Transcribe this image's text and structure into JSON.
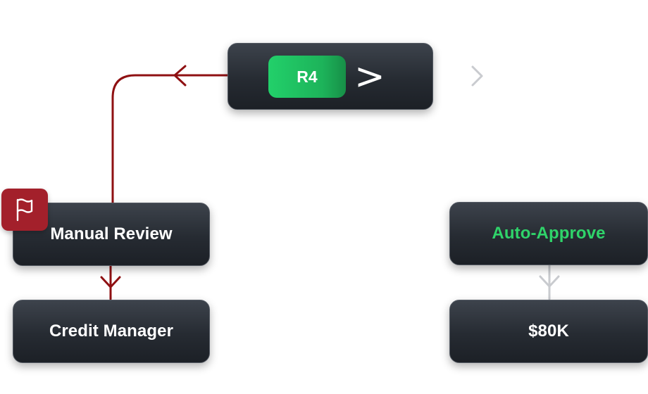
{
  "decision": {
    "rule_label": "R4",
    "operator": ">"
  },
  "nodes": {
    "manual_review": "Manual Review",
    "credit_manager": "Credit Manager",
    "auto_approve": "Auto-Approve",
    "amount": "$80K"
  },
  "icons": {
    "flag": "flag-icon",
    "branch_chevron": "chevron-right-icon"
  },
  "colors": {
    "active_path": "#8f1012",
    "inactive_path": "#c9cbcf",
    "rule_chip": "#22c55e",
    "auto_approve_text": "#2fd46a",
    "flag_badge": "#a3202b",
    "node_fill": "#262b32"
  }
}
